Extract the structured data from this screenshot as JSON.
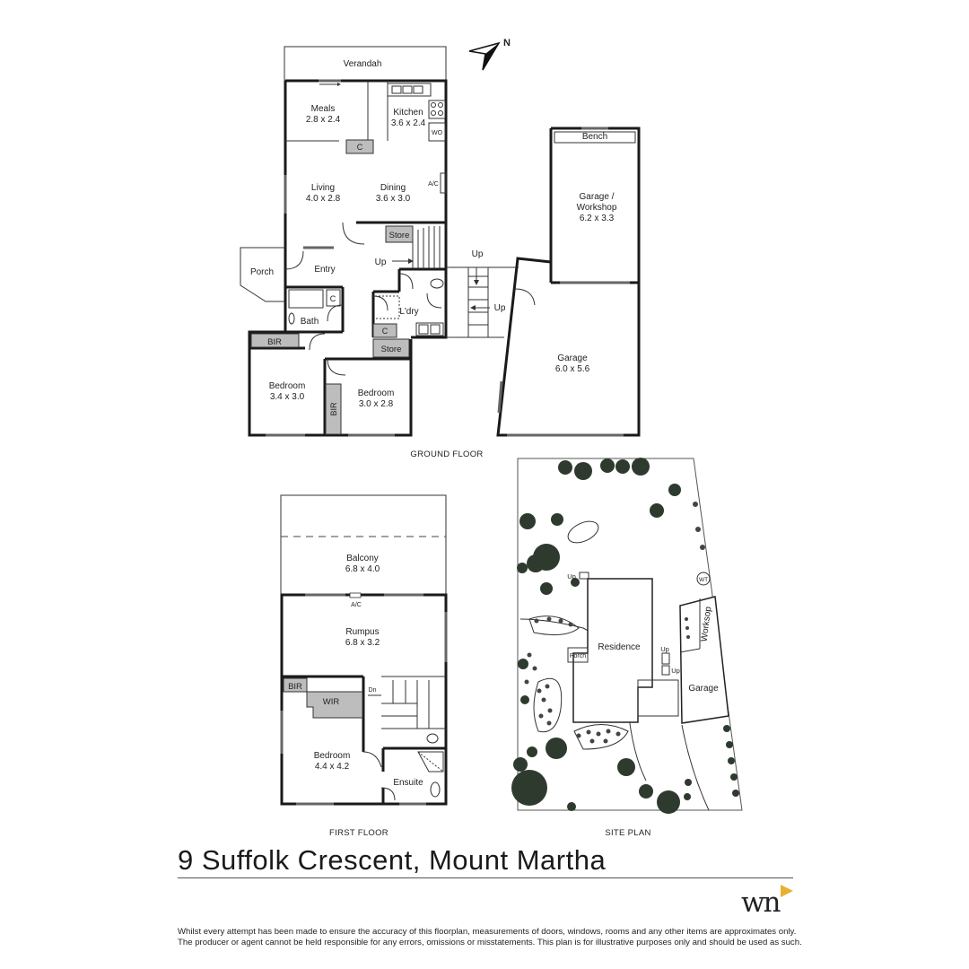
{
  "north": "N",
  "ground_floor": {
    "caption": "GROUND FLOOR",
    "verandah": "Verandah",
    "meals": {
      "name": "Meals",
      "size": "2.8 x 2.4"
    },
    "kitchen": {
      "name": "Kitchen",
      "size": "3.6 x 2.4"
    },
    "wo": "WO",
    "c1": "C",
    "ac": "A/C",
    "living": {
      "name": "Living",
      "size": "4.0 x 2.8"
    },
    "dining": {
      "name": "Dining",
      "size": "3.6 x 3.0"
    },
    "store1": "Store",
    "porch": "Porch",
    "entry": "Entry",
    "up1": "Up",
    "c2": "C",
    "bath": "Bath",
    "ldry": "L'dry",
    "c3": "C",
    "store2": "Store",
    "bir1": "BIR",
    "bedroom1": {
      "name": "Bedroom",
      "size": "3.4 x 3.0"
    },
    "bir2": "BIR",
    "bedroom2": {
      "name": "Bedroom",
      "size": "3.0 x 2.8"
    },
    "up2": "Up",
    "up3": "Up",
    "bench": "Bench",
    "workshop": {
      "name1": "Garage /",
      "name2": "Workshop",
      "size": "6.2 x 3.3"
    },
    "garage": {
      "name": "Garage",
      "size": "6.0 x 5.6"
    }
  },
  "first_floor": {
    "caption": "FIRST FLOOR",
    "balcony": {
      "name": "Balcony",
      "size": "6.8 x 4.0"
    },
    "ac": "A/C",
    "rumpus": {
      "name": "Rumpus",
      "size": "6.8 x 3.2"
    },
    "bir": "BIR",
    "wir": "WIR",
    "dn": "Dn",
    "bedroom": {
      "name": "Bedroom",
      "size": "4.4 x 4.2"
    },
    "ensuite": "Ensuite"
  },
  "site_plan": {
    "caption": "SITE PLAN",
    "up1": "Up",
    "wt": "WT",
    "residence": "Residence",
    "porch": "Porch",
    "up2": "Up",
    "up3": "Up",
    "worksop": "Worksop",
    "garage": "Garage"
  },
  "address": "9 Suffolk Crescent, Mount Martha",
  "disclaimer": [
    "Whilst every attempt has been made to ensure the accuracy of this floorplan, measurements of doors, windows, rooms and any other items are approximates only.",
    "The producer or agent cannot be held responsible for any errors, omissions or misstatements. This plan is for illustrative purposes only and should be used as such."
  ],
  "logo": "wn",
  "colors": {
    "accent": "#e8b230",
    "fixture_grey": "#bdbdbd"
  }
}
